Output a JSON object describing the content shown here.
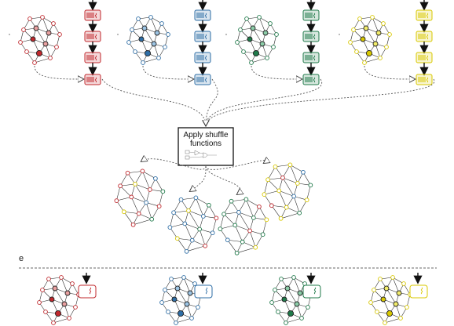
{
  "shuffle_box": {
    "line1": "Apply shuffle",
    "line2": "functions"
  },
  "section_label": "e",
  "colors": {
    "red": "#c0282d",
    "red_light": "#e8a0a0",
    "blue": "#2e6ea6",
    "blue_light": "#9cc4e4",
    "green": "#1f7a4a",
    "green_light": "#8ccca8",
    "yellow": "#d8c800",
    "yellow_light": "#f2ec6a",
    "arrow": "#111111",
    "dotted": "#555555"
  },
  "top_row": [
    {
      "color": "red",
      "name": "red"
    },
    {
      "color": "blue",
      "name": "blue"
    },
    {
      "color": "green",
      "name": "green"
    },
    {
      "color": "yellow",
      "name": "yellow"
    }
  ],
  "shuffled_graphs": [
    {
      "primary": "red",
      "secondary": "blue",
      "accent": "yellow",
      "accent2": "green"
    },
    {
      "primary": "blue",
      "secondary": "green",
      "accent": "yellow",
      "accent2": "red"
    },
    {
      "primary": "green",
      "secondary": "red",
      "accent": "blue",
      "accent2": "yellow"
    },
    {
      "primary": "yellow",
      "secondary": "blue",
      "accent": "red",
      "accent2": "green"
    }
  ],
  "bottom_row": [
    {
      "color": "red",
      "name": "red"
    },
    {
      "color": "blue",
      "name": "blue"
    },
    {
      "color": "green",
      "name": "green"
    },
    {
      "color": "yellow",
      "name": "yellow"
    }
  ]
}
